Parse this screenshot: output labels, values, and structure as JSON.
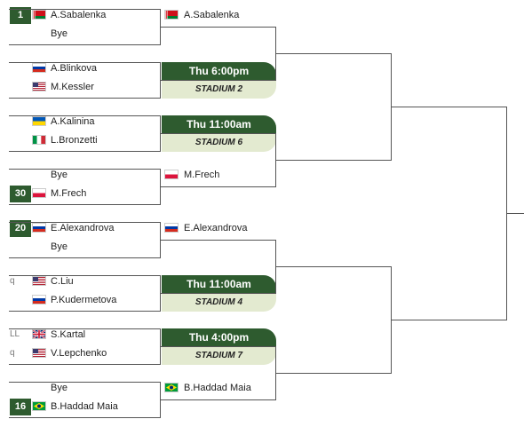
{
  "matches": [
    {
      "top": {
        "seed": "1",
        "qual": "",
        "flag": "belarus",
        "name": "A.Sabalenka"
      },
      "bottom": {
        "seed": "",
        "qual": "",
        "flag": "",
        "name": "Bye"
      }
    },
    {
      "top": {
        "seed": "",
        "qual": "",
        "flag": "russia",
        "name": "A.Blinkova"
      },
      "bottom": {
        "seed": "",
        "qual": "",
        "flag": "usa",
        "name": "M.Kessler"
      }
    },
    {
      "top": {
        "seed": "",
        "qual": "",
        "flag": "ukraine",
        "name": "A.Kalinina"
      },
      "bottom": {
        "seed": "",
        "qual": "",
        "flag": "italy",
        "name": "L.Bronzetti"
      }
    },
    {
      "top": {
        "seed": "",
        "qual": "",
        "flag": "",
        "name": "Bye"
      },
      "bottom": {
        "seed": "30",
        "qual": "",
        "flag": "poland",
        "name": "M.Frech"
      }
    },
    {
      "top": {
        "seed": "20",
        "qual": "",
        "flag": "russia",
        "name": "E.Alexandrova"
      },
      "bottom": {
        "seed": "",
        "qual": "",
        "flag": "",
        "name": "Bye"
      }
    },
    {
      "top": {
        "seed": "",
        "qual": "q",
        "flag": "usa",
        "name": "C.Liu"
      },
      "bottom": {
        "seed": "",
        "qual": "",
        "flag": "russia",
        "name": "P.Kudermetova"
      }
    },
    {
      "top": {
        "seed": "",
        "qual": "LL",
        "flag": "uk",
        "name": "S.Kartal"
      },
      "bottom": {
        "seed": "",
        "qual": "q",
        "flag": "usa",
        "name": "V.Lepchenko"
      }
    },
    {
      "top": {
        "seed": "",
        "qual": "",
        "flag": "",
        "name": "Bye"
      },
      "bottom": {
        "seed": "16",
        "qual": "",
        "flag": "brazil",
        "name": "B.Haddad Maia"
      }
    }
  ],
  "round2": [
    {
      "type": "player",
      "flag": "belarus",
      "name": "A.Sabalenka"
    },
    {
      "type": "schedule",
      "time": "Thu 6:00pm",
      "venue": "STADIUM 2"
    },
    {
      "type": "schedule",
      "time": "Thu 11:00am",
      "venue": "STADIUM 6"
    },
    {
      "type": "player",
      "flag": "poland",
      "name": "M.Frech"
    },
    {
      "type": "player",
      "flag": "russia",
      "name": "E.Alexandrova"
    },
    {
      "type": "schedule",
      "time": "Thu 11:00am",
      "venue": "STADIUM 4"
    },
    {
      "type": "schedule",
      "time": "Thu 4:00pm",
      "venue": "STADIUM 7"
    },
    {
      "type": "player",
      "flag": "brazil",
      "name": "B.Haddad Maia"
    }
  ],
  "colors": {
    "accent": "#2e5b2f",
    "venue_bg": "#e3ead0",
    "line": "#555555"
  }
}
